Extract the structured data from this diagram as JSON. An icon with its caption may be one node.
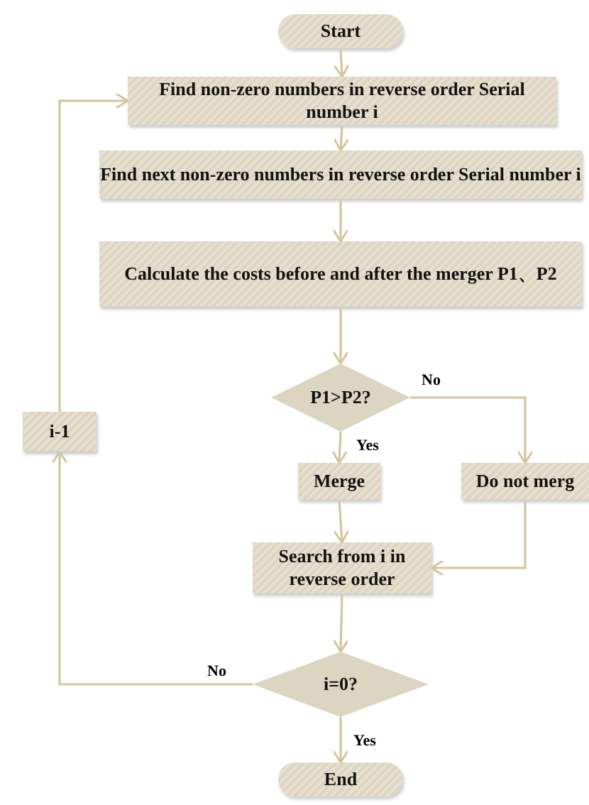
{
  "diagram": {
    "nodes": [
      {
        "text": [
          "Start"
        ]
      },
      {
        "text": [
          "Find non-zero numbers in reverse order Serial number i"
        ]
      },
      {
        "text": [
          "Find next non-zero numbers in reverse order Serial number i"
        ]
      },
      {
        "text": [
          "Calculate the costs before and after the merger P1、P2"
        ]
      },
      {
        "text": [
          "P1>P2?"
        ]
      },
      {
        "text": [
          "Merge"
        ]
      },
      {
        "text": [
          "Do not merg"
        ]
      },
      {
        "text": [
          "Search from i in reverse order"
        ]
      },
      {
        "text": [
          "i=0?"
        ]
      },
      {
        "text": [
          "End"
        ]
      },
      {
        "text": [
          "i-1"
        ]
      }
    ],
    "edges": [
      {
        "from": 0,
        "to": 1,
        "arrow": "to"
      },
      {
        "from": 1,
        "to": 2,
        "arrow": "to"
      },
      {
        "from": 2,
        "to": 3,
        "arrow": "to"
      },
      {
        "from": 3,
        "to": 4,
        "arrow": "to"
      },
      {
        "from": 4,
        "to": 5,
        "arrow": "to",
        "label": "Yes"
      },
      {
        "from": 4,
        "to": 6,
        "arrow": "to",
        "label": "No"
      },
      {
        "from": 5,
        "to": 7,
        "arrow": "to"
      },
      {
        "from": 6,
        "to": 7,
        "arrow": "to"
      },
      {
        "from": 7,
        "to": 8,
        "arrow": "to"
      },
      {
        "from": 8,
        "to": 9,
        "arrow": "to",
        "label": "Yes"
      },
      {
        "from": 8,
        "to": 10,
        "arrow": "to",
        "label": "No"
      },
      {
        "from": 10,
        "to": 1,
        "arrow": "to"
      }
    ]
  }
}
